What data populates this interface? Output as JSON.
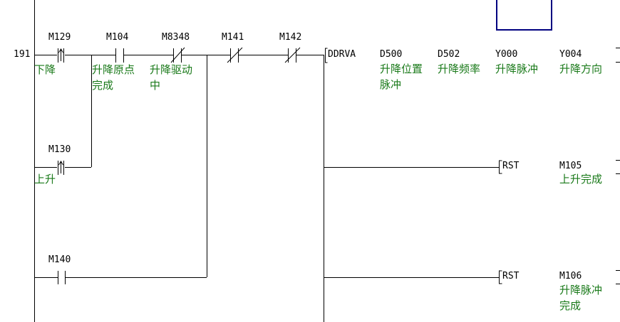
{
  "step_number": "191",
  "contacts": [
    {
      "address": "M129",
      "type": "rising-edge",
      "comment": [
        "下降"
      ]
    },
    {
      "address": "M104",
      "type": "normally-open",
      "comment": [
        "升降原点",
        "完成"
      ]
    },
    {
      "address": "M8348",
      "type": "normally-closed",
      "comment": [
        "升降驱动",
        "中"
      ]
    },
    {
      "address": "M141",
      "type": "normally-closed",
      "comment": []
    },
    {
      "address": "M142",
      "type": "normally-closed",
      "comment": []
    },
    {
      "address": "M130",
      "type": "rising-edge",
      "comment": [
        "上升"
      ]
    },
    {
      "address": "M140",
      "type": "normally-open",
      "comment": []
    }
  ],
  "instruction": {
    "name": "DDRVA",
    "operands": [
      {
        "address": "D500",
        "comment": [
          "升降位置",
          "脉冲"
        ]
      },
      {
        "address": "D502",
        "comment": [
          "升降频率"
        ]
      },
      {
        "address": "Y000",
        "comment": [
          "升降脉冲"
        ]
      },
      {
        "address": "Y004",
        "comment": [
          "升降方向"
        ]
      }
    ]
  },
  "rst1": {
    "name": "RST",
    "address": "M105",
    "comment": [
      "上升完成"
    ]
  },
  "rst2": {
    "name": "RST",
    "address": "M106",
    "comment": [
      "升降脉冲",
      "完成"
    ]
  },
  "colors": {
    "line": "#000000",
    "comment": "#1a7a1a",
    "cursor": "#000080"
  }
}
